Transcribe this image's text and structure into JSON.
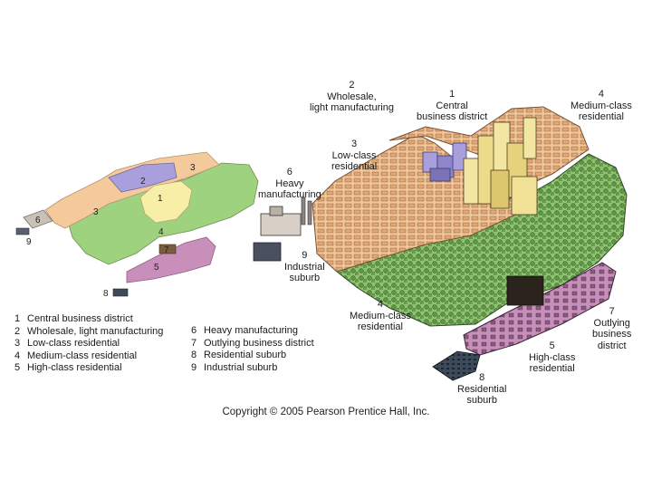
{
  "figure": {
    "labels_3d": {
      "l2": [
        "2",
        "Wholesale,",
        "light manufacturing"
      ],
      "l1": [
        "1",
        "Central",
        "business district"
      ],
      "l4top": [
        "4",
        "Medium-class",
        "residential"
      ],
      "l3": [
        "3",
        "Low-class",
        "residential"
      ],
      "l6": [
        "6",
        "Heavy",
        "manufacturing"
      ],
      "l9": [
        "9",
        "Industrial",
        "suburb"
      ],
      "l4bot": [
        "4",
        "Medium-class",
        "residential"
      ],
      "l7": [
        "7",
        "Outlying",
        "business",
        "district"
      ],
      "l5": [
        "5",
        "High-class",
        "residential"
      ],
      "l8": [
        "8",
        "Residential",
        "suburb"
      ]
    },
    "map_numbers": [
      "1",
      "2",
      "3",
      "3",
      "4",
      "5",
      "6",
      "7",
      "8",
      "9"
    ],
    "colors": {
      "cbd": "#f7eea8",
      "wholesale": "#a89fdc",
      "low_class": "#f4c99b",
      "medium_class": "#9fd27e",
      "high_class": "#c98fbb",
      "heavy_mfg": "#c9c0b6",
      "suburb": "#3d4a5a"
    }
  },
  "legend_left": [
    {
      "num": "1",
      "text": "Central business district"
    },
    {
      "num": "2",
      "text": "Wholesale, light manufacturing"
    },
    {
      "num": "3",
      "text": "Low-class residential"
    },
    {
      "num": "4",
      "text": "Medium-class residential"
    },
    {
      "num": "5",
      "text": "High-class residential"
    }
  ],
  "legend_right": [
    {
      "num": "6",
      "text": "Heavy manufacturing"
    },
    {
      "num": "7",
      "text": "Outlying business district"
    },
    {
      "num": "8",
      "text": "Residential suburb"
    },
    {
      "num": "9",
      "text": "Industrial suburb"
    }
  ],
  "copyright": "Copyright © 2005 Pearson Prentice Hall, Inc."
}
